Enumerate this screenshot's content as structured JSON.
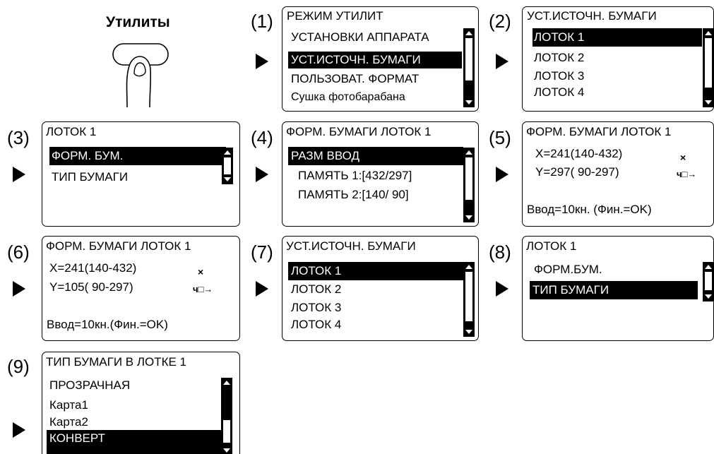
{
  "button_label": "Утилиты",
  "steps": [
    "(1)",
    "(2)",
    "(3)",
    "(4)",
    "(5)",
    "(6)",
    "(7)",
    "(8)",
    "(9)"
  ],
  "panel1": {
    "title": "РЕЖИМ УТИЛИТ",
    "items": [
      "УСТАНОВКИ АППАРАТА",
      "УСТ.ИСТОЧН. БУМАГИ",
      "ПОЛЬЗОВАТ. ФОРМАТ",
      "Сушка фотобарабана"
    ]
  },
  "panel2": {
    "title": "УСТ.ИСТОЧН. БУМАГИ",
    "items": [
      "ЛОТОК 1",
      "ЛОТОК 2",
      "ЛОТОК 3",
      "ЛОТОК 4"
    ]
  },
  "panel3": {
    "title": "ЛОТОК 1",
    "items": [
      "ФОРМ. БУМ.",
      "ТИП БУМАГИ"
    ]
  },
  "panel4": {
    "title": "ФОРМ. БУМАГИ ЛОТОК 1",
    "items": [
      "РАЗМ ВВОД",
      "ПАМЯТЬ 1:[432/297]",
      "ПАМЯТЬ 2:[140/ 90]"
    ]
  },
  "panel5": {
    "title": "ФОРМ. БУМАГИ ЛОТОК 1",
    "x_line": "X=241(140-432)",
    "y_line": "Y=297( 90-297)",
    "footer": "Ввод=10кн. (Фин.=OK)",
    "x_mark": "×",
    "glyph": "ч□→"
  },
  "panel6": {
    "title": "ФОРМ. БУМАГИ ЛОТОК 1",
    "x_line": "X=241(140-432)",
    "y_line": "Y=105( 90-297)",
    "footer": "Ввод=10кн.(Фин.=OK)",
    "x_mark": "×",
    "glyph": "ч□→"
  },
  "panel7": {
    "title": "УСТ.ИСТОЧН. БУМАГИ",
    "items": [
      "ЛОТОК 1",
      "ЛОТОК 2",
      "ЛОТОК 3",
      "ЛОТОК 4"
    ]
  },
  "panel8": {
    "title": "ЛОТОК 1",
    "items": [
      "ФОРМ.БУМ.",
      "ТИП БУМАГИ"
    ]
  },
  "panel9": {
    "title": "ТИП БУМАГИ В ЛОТКЕ 1",
    "items": [
      "ПРОЗРАЧНАЯ",
      "Карта1",
      "Карта2",
      "КОНВЕРТ"
    ]
  },
  "icons": [
    "finger-press-icon",
    "arrow-right-icon",
    "scrollbar-icon"
  ]
}
